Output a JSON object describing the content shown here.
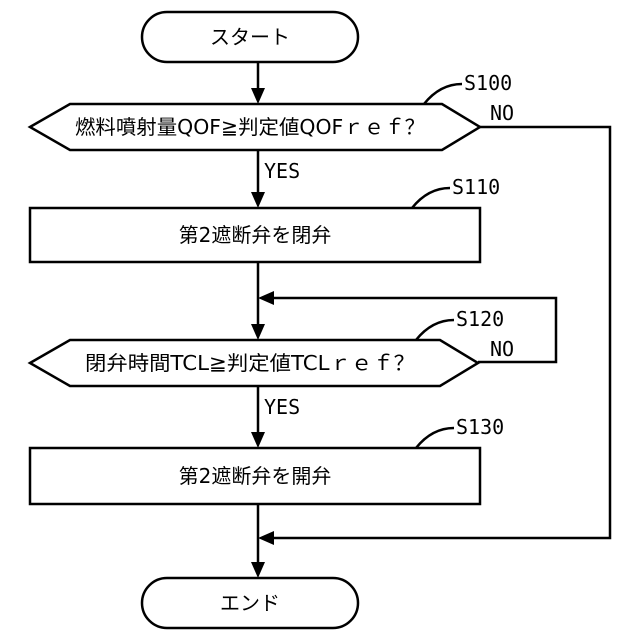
{
  "flowchart": {
    "start_label": "スタート",
    "end_label": "エンド",
    "decision1": {
      "text": "燃料噴射量QOF≧判定値QOFｒｅｆ？",
      "step": "S100",
      "no": "NO",
      "yes": "YES"
    },
    "process1": {
      "text": "第2遮断弁を閉弁",
      "step": "S110"
    },
    "decision2": {
      "text": "閉弁時間TCL≧判定値TCLｒｅｆ？",
      "step": "S120",
      "no": "NO",
      "yes": "YES"
    },
    "process2": {
      "text": "第2遮断弁を開弁",
      "step": "S130"
    }
  }
}
